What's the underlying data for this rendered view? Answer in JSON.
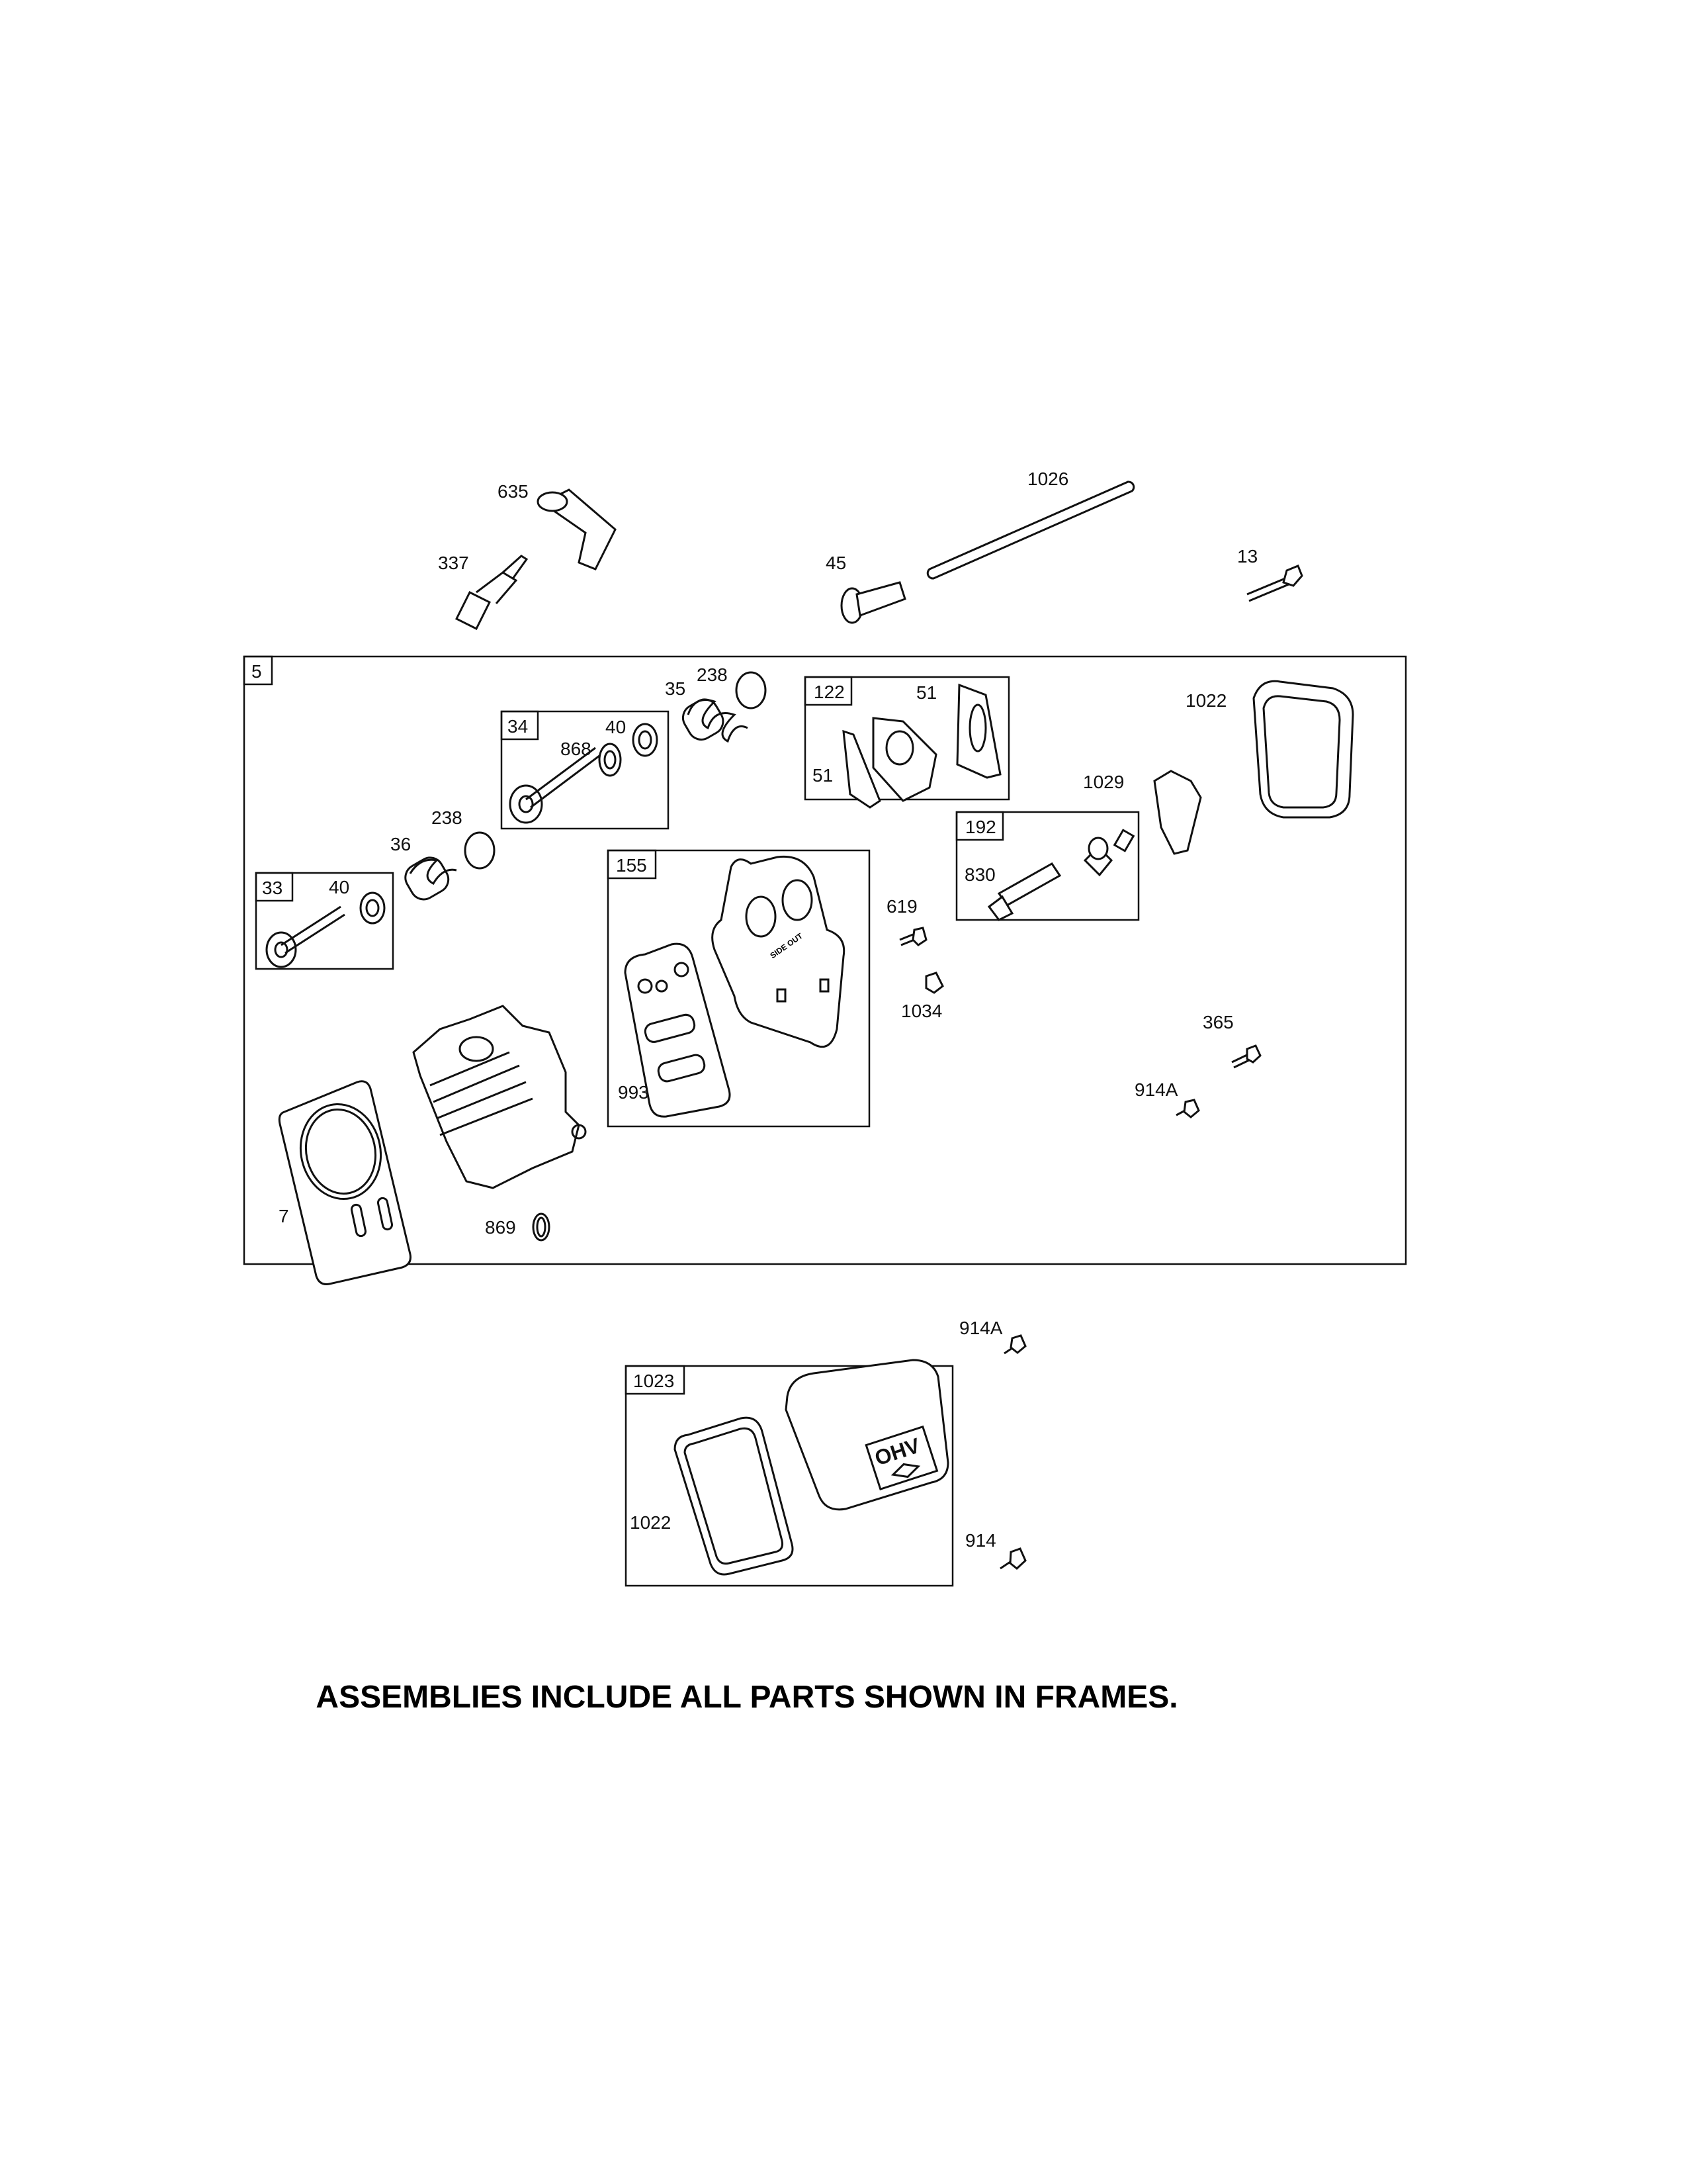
{
  "diagram": {
    "part_labels": {
      "p635": "635",
      "p337": "337",
      "p1026": "1026",
      "p45": "45",
      "p13": "13",
      "p238a": "238",
      "p35": "35",
      "p40a": "40",
      "p868": "868",
      "p51a": "51",
      "p51b": "51",
      "p1022a": "1022",
      "p1029": "1029",
      "p830": "830",
      "p238b": "238",
      "p36": "36",
      "p40b": "40",
      "p619": "619",
      "p1034": "1034",
      "p993": "993",
      "p365": "365",
      "p914Aa": "914A",
      "p7": "7",
      "p869": "869",
      "p914Ab": "914A",
      "p1022b": "1022",
      "p914": "914"
    },
    "frames": {
      "f5": "5",
      "f34": "34",
      "f122": "122",
      "f192": "192",
      "f33": "33",
      "f155": "155",
      "f1023": "1023"
    },
    "gasket_marking": "SIDE OUT",
    "cover_logo": "OHV",
    "caption": "ASSEMBLIES INCLUDE ALL PARTS SHOWN IN FRAMES."
  }
}
